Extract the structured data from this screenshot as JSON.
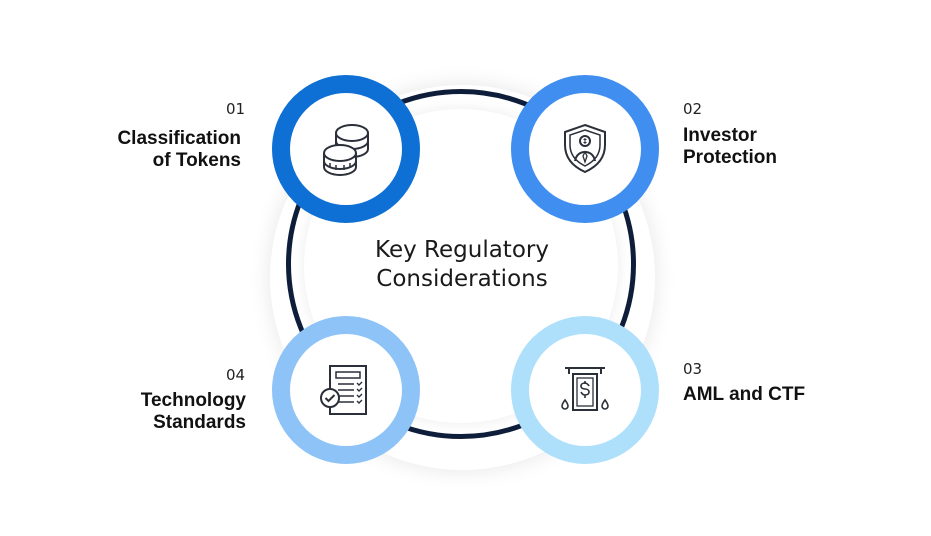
{
  "center": {
    "line1": "Key Regulatory",
    "line2": "Considerations"
  },
  "items": [
    {
      "number": "01",
      "line1": "Classification",
      "line2": "of Tokens",
      "icon": "coins-icon",
      "color": "#0e6fd4"
    },
    {
      "number": "02",
      "line1": "Investor",
      "line2": "Protection",
      "icon": "shield-investor-icon",
      "color": "#3f8ef0"
    },
    {
      "number": "03",
      "line1": "AML and CTF",
      "line2": "",
      "icon": "cash-dollar-icon",
      "color": "#aee0fb"
    },
    {
      "number": "04",
      "line1": "Technology",
      "line2": "Standards",
      "icon": "checklist-document-icon",
      "color": "#8ec3f7"
    }
  ],
  "ring_color": "#0e1d3a"
}
